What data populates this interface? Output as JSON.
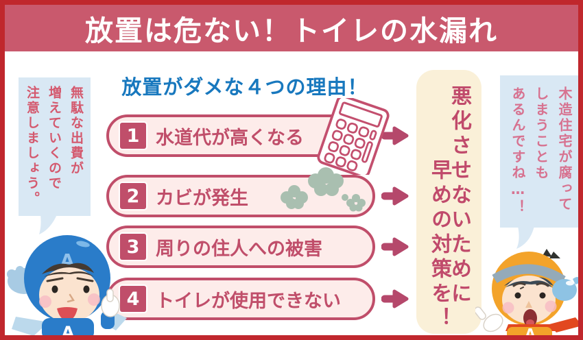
{
  "banner": {
    "title": "放置は危ない！トイレの水漏れ"
  },
  "heading": "放置がダメな４つの理由！",
  "reasons": [
    {
      "num": "1",
      "label": "水道代が高くなる",
      "icon": "calculator-icon"
    },
    {
      "num": "2",
      "label": "カビが発生",
      "icon": "mold-icon"
    },
    {
      "num": "3",
      "label": "周りの住人への被害",
      "icon": ""
    },
    {
      "num": "4",
      "label": "トイレが使用できない",
      "icon": ""
    }
  ],
  "conclusion": {
    "lines": [
      "悪化させないために",
      "早めの対策を！"
    ]
  },
  "left_bubble": {
    "lines": [
      "無駄な出費が",
      "増えていくので",
      "注意しましょう。"
    ]
  },
  "right_bubble": {
    "lines": [
      "木造住宅が腐って",
      "しまうことも",
      "あるんですね…！"
    ]
  },
  "characters": {
    "left_monogram": "A",
    "right_monogram": "A"
  },
  "colors": {
    "frame_border": "#c0272d",
    "banner_bg": "#c9596d",
    "banner_text": "#ffffff",
    "heading_blue": "#1878be",
    "row_fill": "#fdecea",
    "row_border": "#c04e6a",
    "arrow": "#b5486b",
    "conclusion_bg": "#faf0d8",
    "conclusion_text": "#c04a6b",
    "bubble_bg": "#d9e8f4",
    "left_bubble_text": "#d4596e",
    "right_bubble_text": "#d77290",
    "mold": "#a9bfb0"
  }
}
